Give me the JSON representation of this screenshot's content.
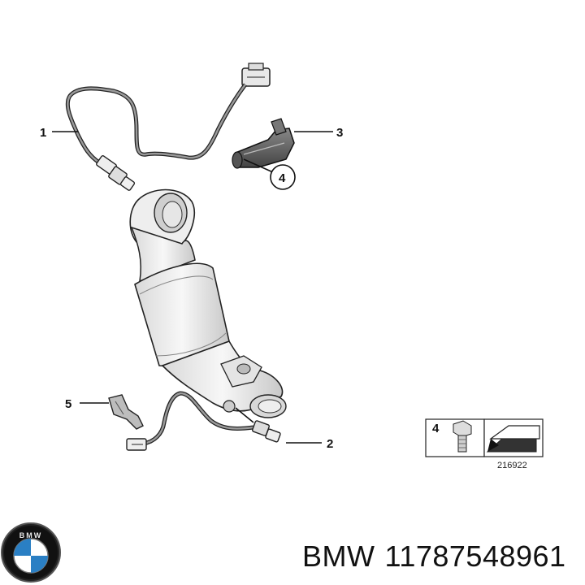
{
  "callouts": [
    {
      "id": "callout-1",
      "label": "1"
    },
    {
      "id": "callout-2",
      "label": "2"
    },
    {
      "id": "callout-3",
      "label": "3"
    },
    {
      "id": "callout-4",
      "label": "4"
    },
    {
      "id": "callout-5",
      "label": "5"
    }
  ],
  "legend_box": {
    "part_label": "4",
    "reference_code": "216922"
  },
  "brand": {
    "logo_letters": "BMW",
    "name": "BMW",
    "part_number": "11787548961"
  },
  "colors": {
    "line": "#1a1a1a",
    "part_fill": "#f2f2f2",
    "part_shade": "#cfcfcf",
    "logo_blue": "#2a7fc4"
  }
}
